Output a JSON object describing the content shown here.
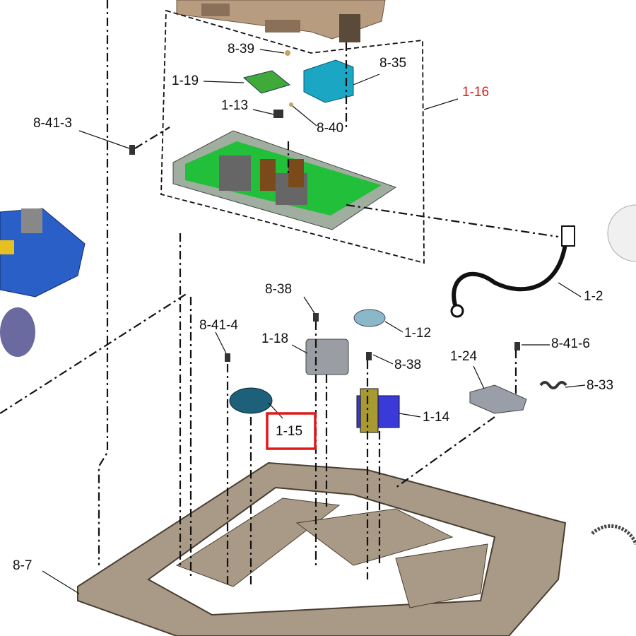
{
  "diagram": {
    "labels": {
      "p8_39": "8-39",
      "p8_35": "8-35",
      "p1_19": "1-19",
      "p1_16": "1-16",
      "p1_13": "1-13",
      "p8_40": "8-40",
      "p8_41_3": "8-41-3",
      "p1_2": "1-2",
      "p8_38a": "8-38",
      "p1_12": "1-12",
      "p8_41_4": "8-41-4",
      "p1_18": "1-18",
      "p8_38b": "8-38",
      "p8_41_6": "8-41-6",
      "p1_24": "1-24",
      "p8_33": "8-33",
      "p1_14": "1-14",
      "p1_15": "1-15",
      "p8_7": "8-7"
    },
    "colors": {
      "highlight": "#e01818",
      "pcb": "#22c03a",
      "frame": "#a89a86",
      "cover": "#b89c80",
      "teal": "#1ba6c4",
      "blue": "#2a5fc8"
    }
  }
}
